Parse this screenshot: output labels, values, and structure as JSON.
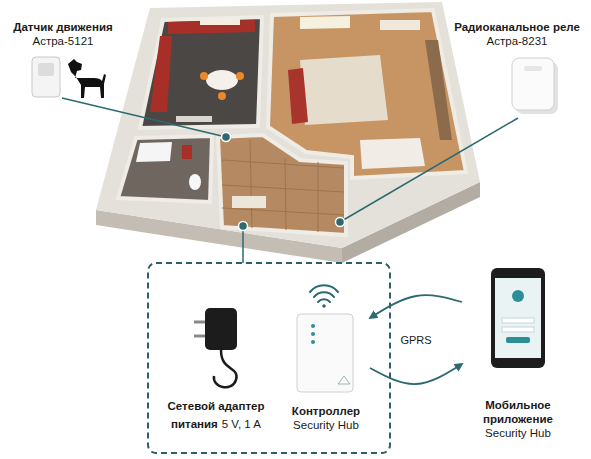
{
  "diagram": {
    "nodes": [
      {
        "text": [
          "Датчик движения",
          "Астра-5121"
        ]
      },
      {
        "text": [
          "Радиоканальное реле",
          "Астра-8231"
        ]
      },
      {
        "text": [
          "Сетевой адаптер питания",
          "5 V, 1 A"
        ]
      },
      {
        "text": [
          "Контроллер",
          "Security Hub"
        ]
      },
      {
        "text": [
          "Мобильное приложение",
          "Security Hub"
        ]
      }
    ],
    "edges": [
      {
        "from": 3,
        "to": 4,
        "label": "GPRS",
        "arrow": "both"
      }
    ]
  }
}
